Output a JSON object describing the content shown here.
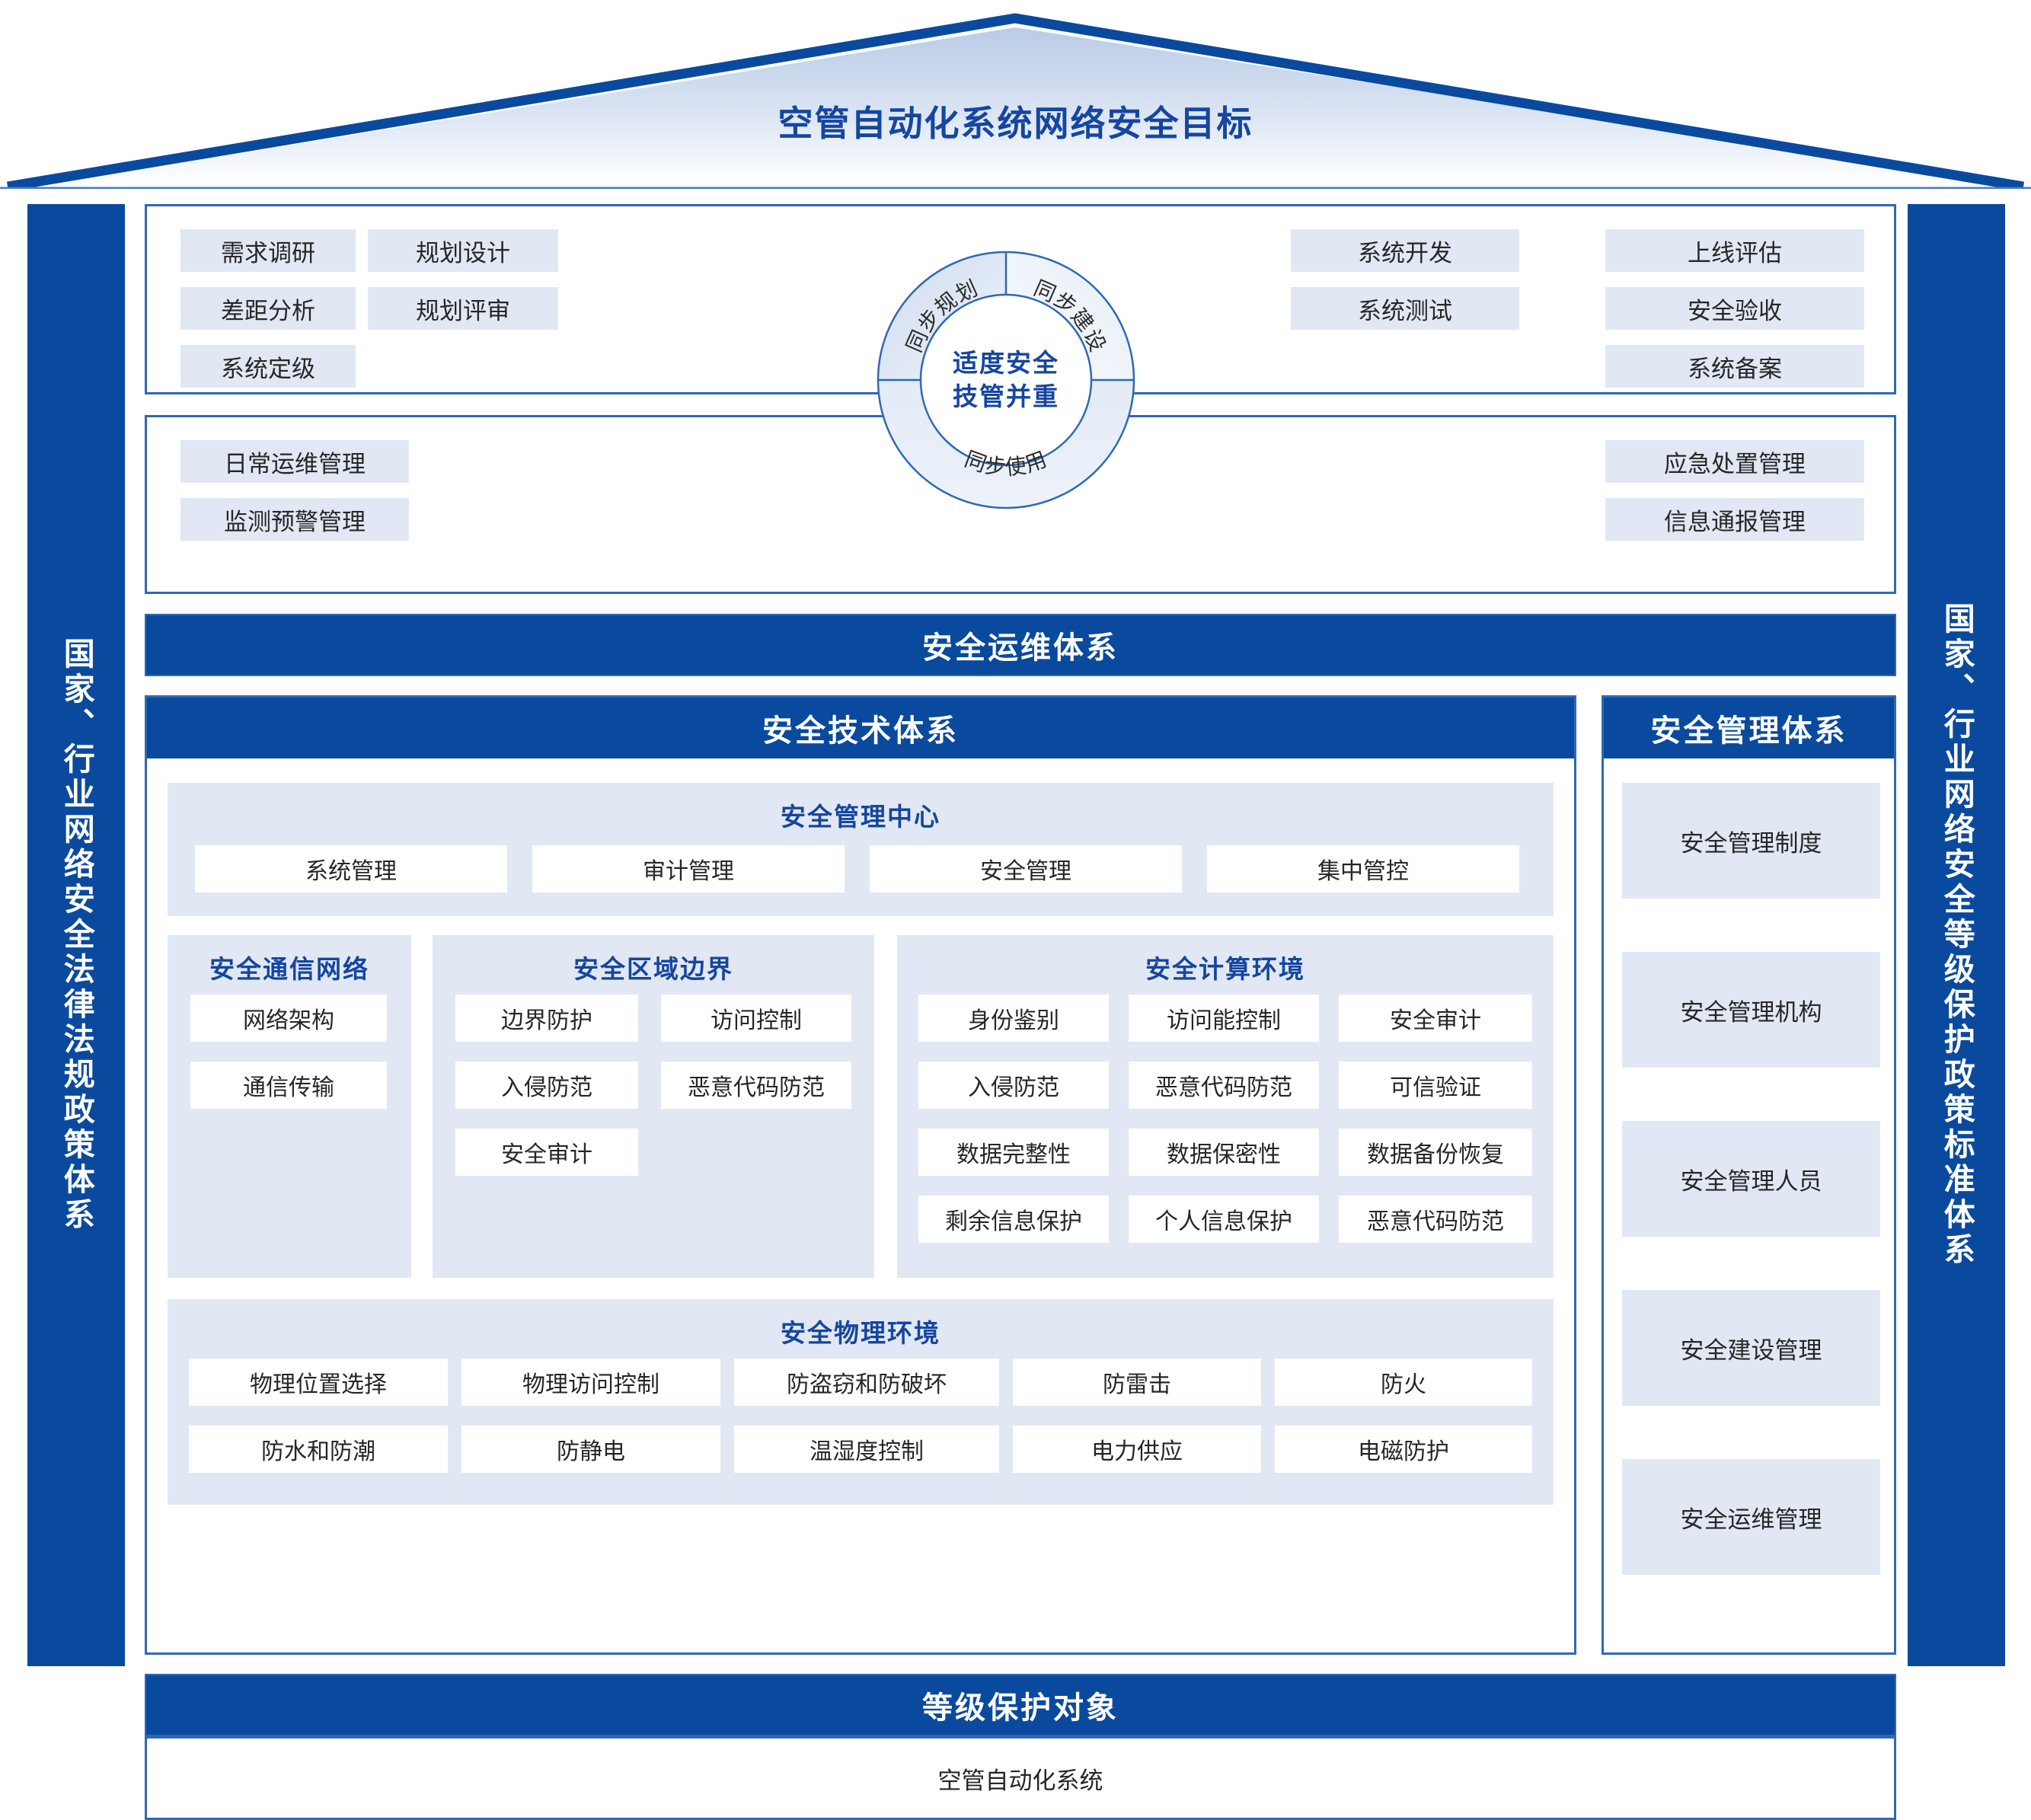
{
  "roof": {
    "title": "空管自动化系统网络安全目标"
  },
  "pillars": {
    "left": "国家、行业网络安全法律法规政策体系",
    "right": "国家、行业网络安全等级保护政策标准体系"
  },
  "lifecycle": {
    "left_column_1": [
      "需求调研",
      "差距分析",
      "系统定级"
    ],
    "left_column_2": [
      "规划设计",
      "规划评审"
    ],
    "right_column_1": [
      "系统开发",
      "系统测试"
    ],
    "right_column_2": [
      "上线评估",
      "安全验收",
      "系统备案"
    ]
  },
  "wheel": {
    "segments": [
      "同步规划",
      "同步建设",
      "同步使用"
    ],
    "center_line1": "适度安全",
    "center_line2": "技管并重"
  },
  "ops": {
    "left": [
      "日常运维管理",
      "监测预警管理"
    ],
    "right": [
      "应急处置管理",
      "信息通报管理"
    ],
    "band_label": "安全运维体系"
  },
  "technical": {
    "title": "安全技术体系",
    "management_center": {
      "title": "安全管理中心",
      "items": [
        "系统管理",
        "审计管理",
        "安全管理",
        "集中管控"
      ]
    },
    "communication_network": {
      "title": "安全通信网络",
      "items": [
        "网络架构",
        "通信传输"
      ]
    },
    "area_boundary": {
      "title": "安全区域边界",
      "items": [
        "边界防护",
        "访问控制",
        "入侵防范",
        "恶意代码防范",
        "安全审计"
      ]
    },
    "computing_environment": {
      "title": "安全计算环境",
      "items": [
        "身份鉴别",
        "访问能控制",
        "安全审计",
        "入侵防范",
        "恶意代码防范",
        "可信验证",
        "数据完整性",
        "数据保密性",
        "数据备份恢复",
        "剩余信息保护",
        "个人信息保护",
        "恶意代码防范"
      ]
    },
    "physical_environment": {
      "title": "安全物理环境",
      "items": [
        "物理位置选择",
        "物理访问控制",
        "防盗窃和防破坏",
        "防雷击",
        "防火",
        "防水和防潮",
        "防静电",
        "温湿度控制",
        "电力供应",
        "电磁防护"
      ]
    }
  },
  "management": {
    "title": "安全管理体系",
    "items": [
      "安全管理制度",
      "安全管理机构",
      "安全管理人员",
      "安全建设管理",
      "安全运维管理"
    ]
  },
  "object": {
    "band_label": "等级保护对象",
    "label": "空管自动化系统"
  },
  "colors": {
    "brand_blue": "#0a4a9e",
    "border_blue": "#2f69b3",
    "chip_fill": "#e1e8f4",
    "title_blue": "#1546a0"
  }
}
